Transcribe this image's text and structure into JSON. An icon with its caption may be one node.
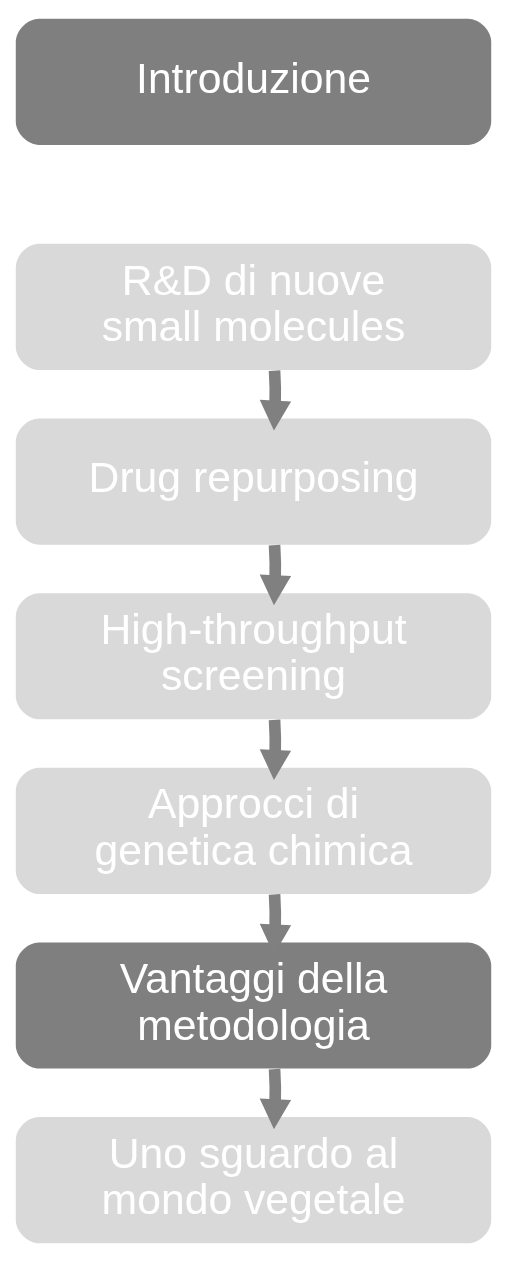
{
  "diagram": {
    "nodes": [
      {
        "text": [
          "Introduzione"
        ]
      },
      {
        "text": [
          "R&D di nuove small molecules"
        ]
      },
      {
        "text": [
          "Drug repurposing"
        ]
      },
      {
        "text": [
          "High-throughput screening"
        ]
      },
      {
        "text": [
          "Approcci di genetica chimica"
        ]
      },
      {
        "text": [
          "Vantaggi della metodologia"
        ]
      },
      {
        "text": [
          "Uno sguardo al mondo vegetale"
        ]
      }
    ],
    "edges": [
      {
        "from": 1,
        "to": 2,
        "arrow": "to"
      },
      {
        "from": 2,
        "to": 3,
        "arrow": "to"
      },
      {
        "from": 3,
        "to": 4,
        "arrow": "to"
      },
      {
        "from": 4,
        "to": 5,
        "arrow": "to"
      },
      {
        "from": 5,
        "to": 6,
        "arrow": "to"
      }
    ]
  }
}
